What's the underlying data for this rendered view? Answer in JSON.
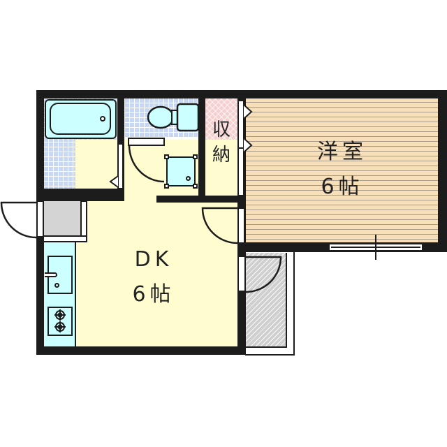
{
  "floor_plan": {
    "rooms": {
      "western_room": {
        "name": "洋室",
        "size": "6帖"
      },
      "dk": {
        "name": "DK",
        "size": "6帖"
      },
      "storage": {
        "name_line1": "収",
        "name_line2": "納"
      },
      "bathroom": {
        "name": "bathtub"
      },
      "toilet": {
        "name": "toilet"
      },
      "washroom": {
        "name": "washing-machine-pan"
      },
      "kitchen": {
        "name": "kitchen-counter"
      },
      "entrance": {
        "name": "genkan"
      },
      "balcony": {
        "name": "balcony"
      }
    },
    "colors": {
      "wall": "#1c1c1c",
      "western_floor": "#f7dfba",
      "dk_floor": "#fffdd0",
      "tile": "#c8d8f4",
      "fixture": "#ccffff",
      "storage": "#f6cfcf",
      "entrance": "#d4d4d4",
      "balcony": "#cfcfcf"
    }
  }
}
